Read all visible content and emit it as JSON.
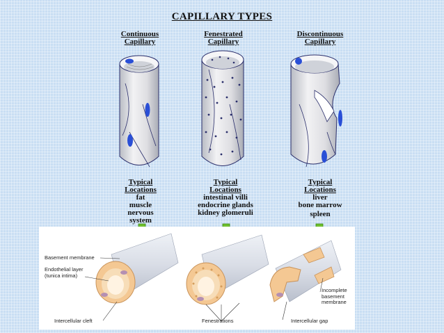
{
  "title": "CAPILLARY TYPES",
  "types": [
    {
      "heading": [
        "Continuous",
        "Capillary"
      ],
      "locations_heading": [
        "Typical",
        "Locations"
      ],
      "locations": [
        "fat",
        "muscle",
        "nervous",
        "system"
      ]
    },
    {
      "heading": [
        "Fenestrated",
        "Capillary"
      ],
      "locations_heading": [
        "Typical",
        "Locations"
      ],
      "locations": [
        "intestinal villi",
        "endocrine glands",
        "kidney glomeruli"
      ]
    },
    {
      "heading": [
        "Discontinuous",
        "Capillary"
      ],
      "locations_heading": [
        "Typical",
        "Locations"
      ],
      "locations": [
        "liver",
        "bone marrow",
        "spleen"
      ]
    }
  ],
  "labels": {
    "basement_membrane": "Basement membrane",
    "endothelial_layer": [
      "Endothelial layer",
      "(tunica intima)"
    ],
    "intercellular_cleft": "Intercellular cleft",
    "fenestrations": "Fenestrations",
    "intercellular_gap": "Intercellular gap",
    "incomplete_basement_membrane": [
      "Incomplete",
      "basement",
      "membrane"
    ]
  },
  "colors": {
    "background": "#c9def3",
    "arrow": "#6fbf2e",
    "tube": "#dcdcdf",
    "nucleus": "#2a4fd6",
    "cell": "#f4c893"
  }
}
